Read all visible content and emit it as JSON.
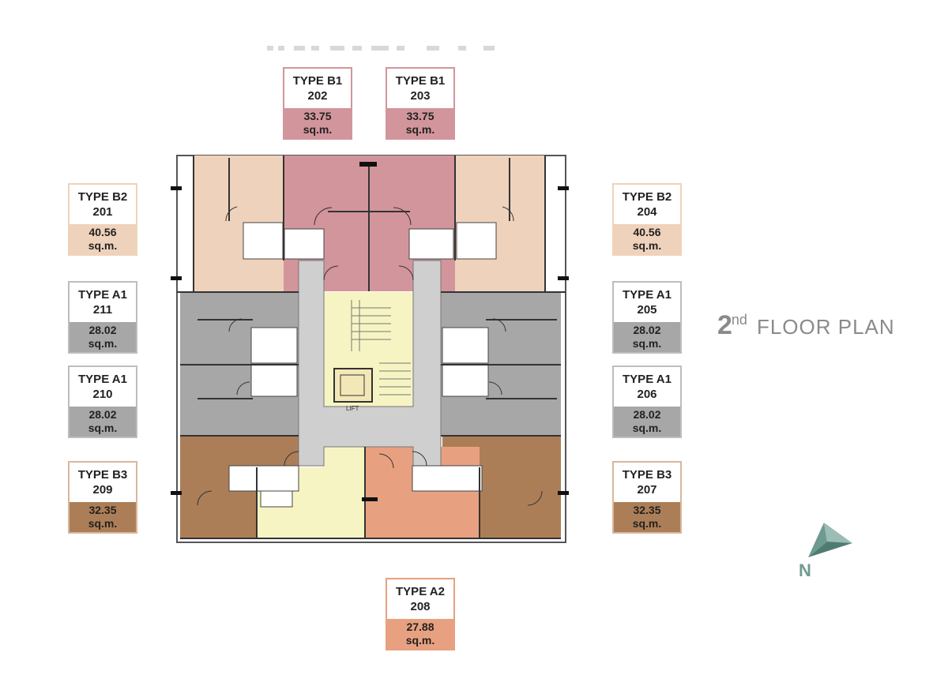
{
  "colors": {
    "type_b1": "#d2959b",
    "type_b2": "#efd2bb",
    "type_a1": "#a7a7a7",
    "type_b3": "#ac7e57",
    "type_a2": "#e8a180",
    "corridor": "#cfcfcf",
    "common": "#f6f4c3"
  },
  "units": [
    {
      "id": "u202",
      "type": "TYPE B1",
      "number": "202",
      "area": "33.75",
      "unit": "sq.m.",
      "color": "#d2959b",
      "border": "#d2959b"
    },
    {
      "id": "u203",
      "type": "TYPE B1",
      "number": "203",
      "area": "33.75",
      "unit": "sq.m.",
      "color": "#d2959b",
      "border": "#d2959b"
    },
    {
      "id": "u201",
      "type": "TYPE B2",
      "number": "201",
      "area": "40.56",
      "unit": "sq.m.",
      "color": "#efd2bb",
      "border": "#efd2bb"
    },
    {
      "id": "u204",
      "type": "TYPE B2",
      "number": "204",
      "area": "40.56",
      "unit": "sq.m.",
      "color": "#efd2bb",
      "border": "#efd2bb"
    },
    {
      "id": "u211",
      "type": "TYPE A1",
      "number": "211",
      "area": "28.02",
      "unit": "sq.m.",
      "color": "#a7a7a7",
      "border": "#bdbdbd"
    },
    {
      "id": "u205",
      "type": "TYPE A1",
      "number": "205",
      "area": "28.02",
      "unit": "sq.m.",
      "color": "#a7a7a7",
      "border": "#bdbdbd"
    },
    {
      "id": "u210",
      "type": "TYPE A1",
      "number": "210",
      "area": "28.02",
      "unit": "sq.m.",
      "color": "#a7a7a7",
      "border": "#bdbdbd"
    },
    {
      "id": "u206",
      "type": "TYPE A1",
      "number": "206",
      "area": "28.02",
      "unit": "sq.m.",
      "color": "#a7a7a7",
      "border": "#bdbdbd"
    },
    {
      "id": "u209",
      "type": "TYPE B3",
      "number": "209",
      "area": "32.35",
      "unit": "sq.m.",
      "color": "#ac7e57",
      "border": "#d8b79c"
    },
    {
      "id": "u207",
      "type": "TYPE B3",
      "number": "207",
      "area": "32.35",
      "unit": "sq.m.",
      "color": "#ac7e57",
      "border": "#d8b79c"
    },
    {
      "id": "u208",
      "type": "TYPE A2",
      "number": "208",
      "area": "27.88",
      "unit": "sq.m.",
      "color": "#e8a180",
      "border": "#e8a180"
    }
  ],
  "plan_labels": {
    "lift": "LIFT"
  },
  "title": {
    "number": "2",
    "suffix": "nd",
    "text": "FLOOR PLAN"
  },
  "compass": {
    "label": "N",
    "color": "#6e9a90"
  }
}
